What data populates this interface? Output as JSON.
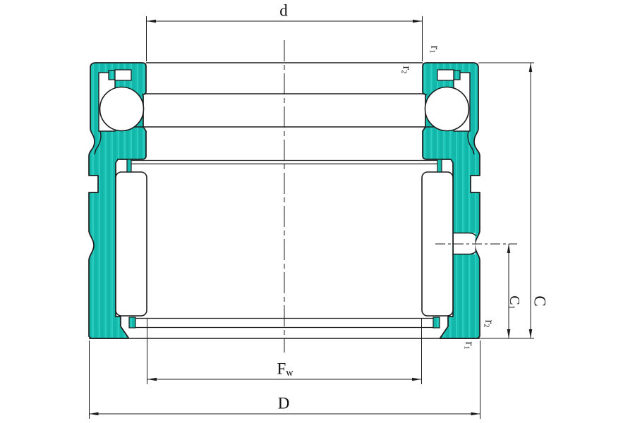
{
  "drawing": {
    "background": "#ffffff",
    "metal_color": "#17c0b2",
    "metal_color_light": "#2bcfc1",
    "metal_color_dark": "#10b2a4",
    "line_color": "#1c1c1c",
    "dimensions": {
      "d": {
        "base": "d",
        "sub": ""
      },
      "D": {
        "base": "D",
        "sub": ""
      },
      "Fw": {
        "base": "F",
        "sub": "w"
      },
      "C": {
        "base": "C",
        "sub": ""
      },
      "C1": {
        "base": "C",
        "sub": "1"
      },
      "r1_top": {
        "base": "r",
        "sub": "1"
      },
      "r2_top": {
        "base": "r",
        "sub": "2"
      },
      "r2_bottom": {
        "base": "r",
        "sub": "2"
      },
      "r1_bottom": {
        "base": "r",
        "sub": "1"
      }
    }
  }
}
